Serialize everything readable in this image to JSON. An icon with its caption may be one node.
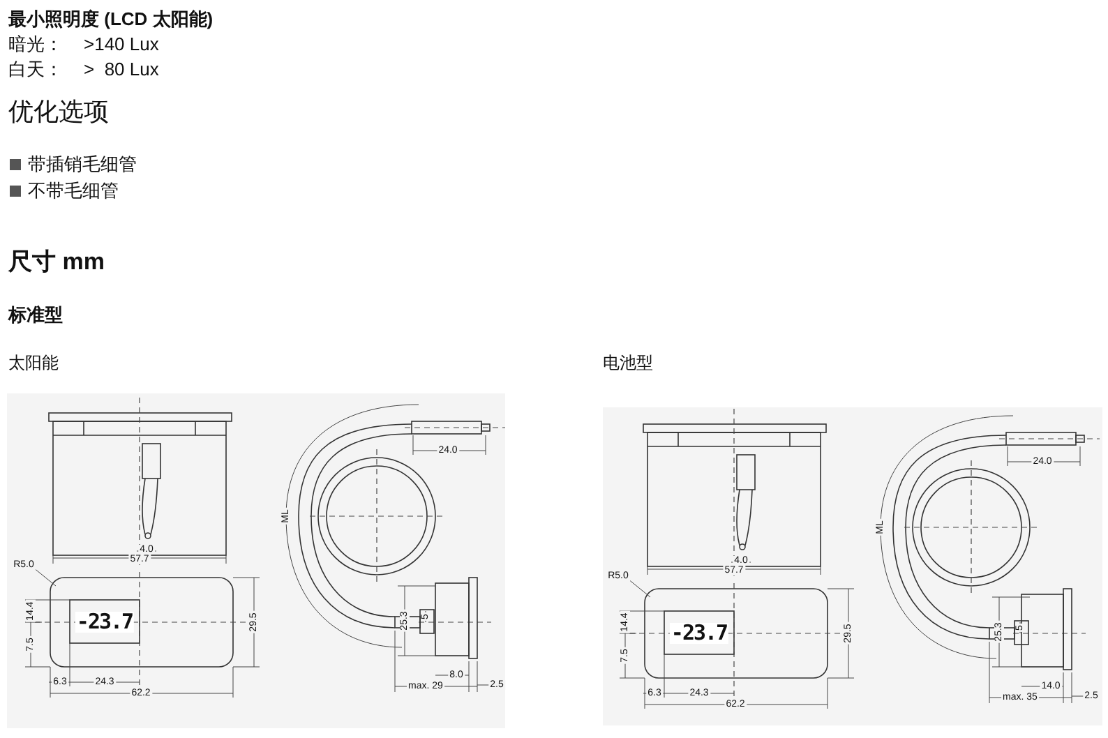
{
  "diagram": {
    "labels": [
      "最小照明度 (LCD 太阳能)",
      "暗光：",
      ">140 Lux",
      "白天：",
      ">  80 Lux",
      "优化选项",
      "带插销毛细管",
      "不带毛细管",
      "尺寸 mm",
      "标准型",
      "太阳能",
      "电池型",
      "4.0",
      "57.7",
      "R5.0",
      "14.4",
      "-23.7",
      "29.5",
      "7.5",
      "6.3",
      "24.3",
      "62.2",
      "24.0",
      "ML",
      "25.3",
      "5",
      "8.0",
      "max. 29",
      "2.5",
      "4.0",
      "57.7",
      "R5.0",
      "14.4",
      "-23.7",
      "29.5",
      "7.5",
      "6.3",
      "24.3",
      "62.2",
      "24.0",
      "ML",
      "25.3",
      "5",
      "14.0",
      "max. 35",
      "2.5"
    ]
  }
}
